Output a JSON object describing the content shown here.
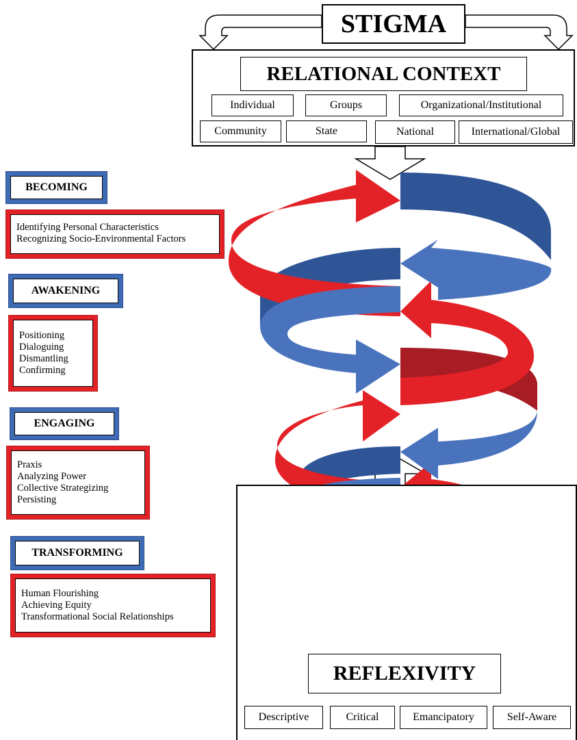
{
  "top": {
    "stigma": "STIGMA",
    "relational_context": {
      "title": "RELATIONAL CONTEXT",
      "row1": [
        "Individual",
        "Groups",
        "Organizational/Institutional"
      ],
      "row2": [
        "Community",
        "State",
        "National",
        "International/Global"
      ]
    }
  },
  "stages": [
    {
      "label": "BECOMING",
      "items": [
        "Identifying Personal Characteristics",
        "Recognizing Socio-Environmental Factors"
      ]
    },
    {
      "label": "AWAKENING",
      "items": [
        "Positioning",
        "Dialoguing",
        "Dismantling",
        "Confirming"
      ]
    },
    {
      "label": "ENGAGING",
      "items": [
        "Praxis",
        "Analyzing Power",
        "Collective Strategizing",
        "Persisting"
      ]
    },
    {
      "label": "TRANSFORMING",
      "items": [
        "Human Flourishing",
        "Achieving Equity",
        "Transformational Social Relationships"
      ]
    }
  ],
  "bottom": {
    "reflexivity": {
      "title": "REFLEXIVITY",
      "types": [
        "Descriptive",
        "Critical",
        "Emancipatory",
        "Self-Aware"
      ]
    }
  },
  "colors": {
    "red": "#e32227",
    "dark_red": "#a81c24",
    "blue": "#4a73bd",
    "dark_blue": "#2f5597"
  }
}
